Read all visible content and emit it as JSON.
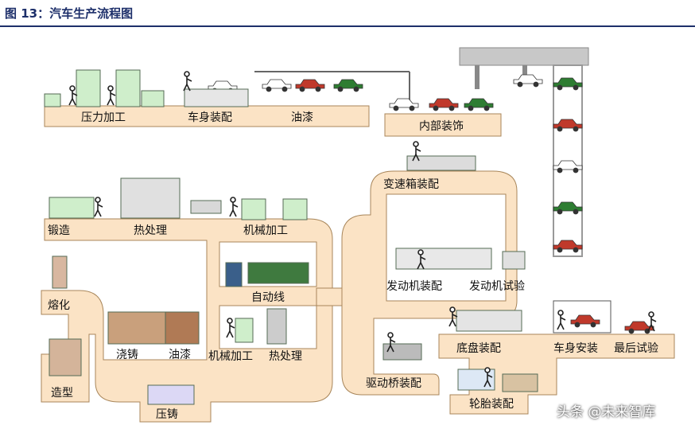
{
  "figure": {
    "title": "图 13：汽车生产流程图"
  },
  "colors": {
    "belt": "#fbe3c5",
    "belt_stroke": "#a8865a",
    "car_red": "#c0392b",
    "car_green": "#2e7d32",
    "car_white": "#ffffff",
    "machine": "#cfeecb",
    "rail": "#c8c8c8"
  },
  "stations": {
    "press": "压力加工",
    "body_welding": "车身装配",
    "painting_top": "油漆",
    "interior": "内部装饰",
    "forging": "锻造",
    "heat_treat": "热处理",
    "machining": "机械加工",
    "gearbox": "变速箱装配",
    "melting": "熔化",
    "casting": "浇铸",
    "painting_cast": "油漆",
    "molding": "造型",
    "die_casting": "压铸",
    "auto_line": "自动线",
    "machining2": "机械加工",
    "heat_treat2": "热处理",
    "engine_assembly": "发动机装配",
    "engine_test": "发动机试验",
    "drive_axle": "驱动桥装配",
    "chassis": "底盘装配",
    "body_install": "车身安装",
    "final_test": "最后试验",
    "tire": "轮胎装配"
  },
  "watermark": "头条 @未来智库"
}
